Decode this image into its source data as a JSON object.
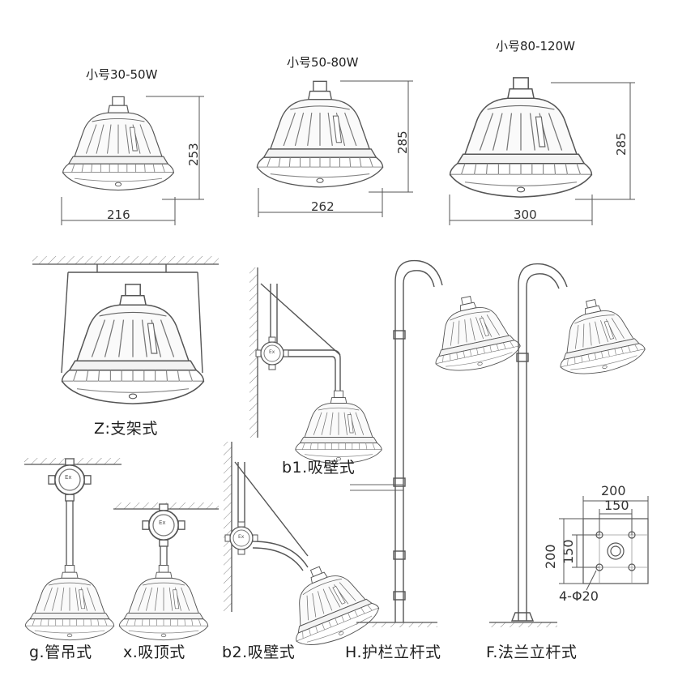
{
  "sizes": {
    "small": {
      "title": "小号30-50W",
      "width": "216",
      "height": "253"
    },
    "medium": {
      "title": "小号50-80W",
      "width": "262",
      "height": "285"
    },
    "large": {
      "title": "小号80-120W",
      "width": "300",
      "height": "285"
    }
  },
  "mounts": {
    "z": "Z:支架式",
    "b1": "b1.吸壁式",
    "g": "g.管吊式",
    "x": "x.吸顶式",
    "b2": "b2.吸壁式",
    "h": "H.护栏立杆式",
    "f": "F.法兰立杆式"
  },
  "flange": {
    "outer_w": "200",
    "inner_w": "150",
    "outer_h": "200",
    "inner_h": "150",
    "holes": "4-Φ20"
  },
  "junction_box_mark": "Ex",
  "colors": {
    "line": "#555555",
    "text": "#1f1f1f"
  }
}
